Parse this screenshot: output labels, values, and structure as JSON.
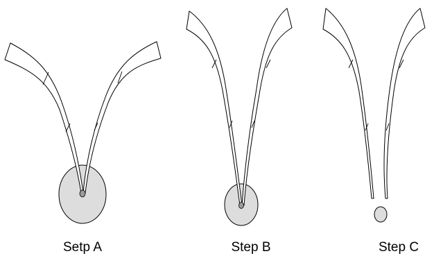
{
  "figure": {
    "steps": [
      {
        "label": "Setp A"
      },
      {
        "label": "Step B"
      },
      {
        "label": "Step C"
      }
    ],
    "colors": {
      "outline": "#000000",
      "blob_fill": "#dddddd",
      "dot_fill": "#9a9a9a",
      "background": "#ffffff"
    }
  }
}
